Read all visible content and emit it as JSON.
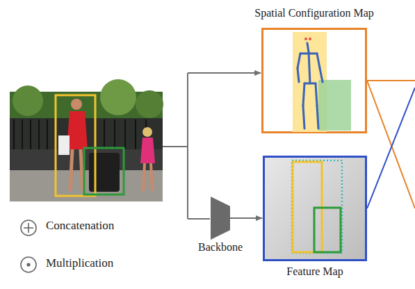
{
  "diagram": {
    "nodes": [
      {
        "text": [
          "Spatial Configuration Map"
        ]
      },
      {
        "text": [
          "Backbone"
        ]
      },
      {
        "text": [
          "Feature Map"
        ]
      }
    ],
    "edges": [
      {
        "from": 1,
        "to": 2,
        "arrow": "to"
      }
    ],
    "legend": [
      {
        "text": "Concatenation"
      },
      {
        "text": "Multiplication"
      }
    ]
  }
}
